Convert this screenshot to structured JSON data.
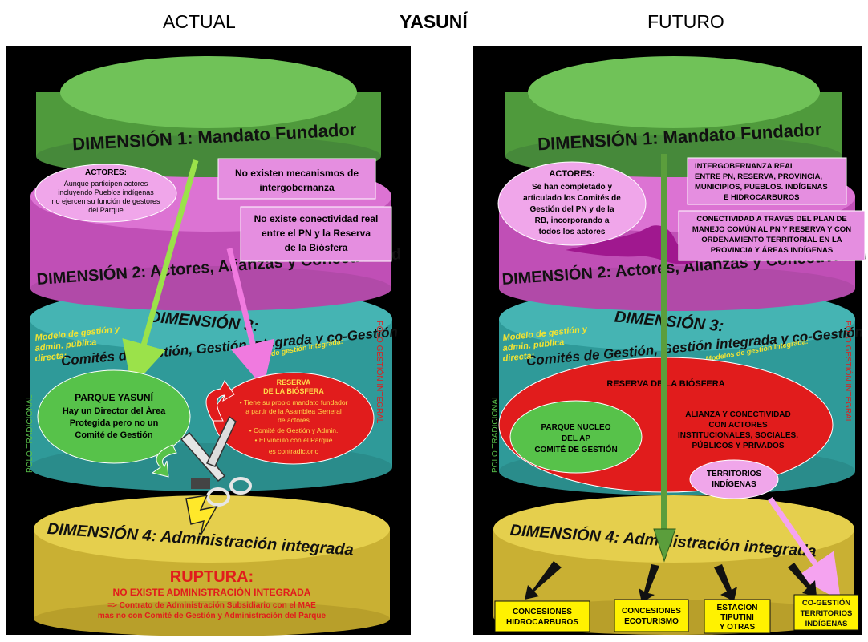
{
  "header": {
    "left": "ACTUAL",
    "center": "YASUNÍ",
    "right": "FUTURO"
  },
  "dims": {
    "d1": "DIMENSIÓN 1: Mandato Fundador",
    "d2": "DIMENSIÓN 2: Actores, Alianzas y Conectividad",
    "d3a": "DIMENSIÓN 3:",
    "d3b": "Comités de Gestión, Gestión integrada y co-Gestión",
    "d4": "DIMENSIÓN 4: Administración integrada"
  },
  "side": {
    "left": "POLO TRADICIONAL",
    "right": "POLO GESTIÓN INTEGRAL"
  },
  "models": {
    "trad": [
      "Modelo de gestión y",
      "admin. pública",
      "directa:"
    ],
    "integ": "Modelos de gestión integrada:"
  },
  "actual": {
    "actores_title": "ACTORES:",
    "actores": [
      "Aunque participen actores",
      "incluyendo Pueblos indígenas",
      "no ejercen su función de gestores",
      "del Parque"
    ],
    "box1": [
      "No existen mecanismos de",
      "intergobernanza"
    ],
    "box2": [
      "No existe conectividad real",
      "entre el PN y la Reserva",
      "de la Biósfera"
    ],
    "parque": [
      "PARQUE YASUNÍ",
      "Hay un Director del Área",
      "Protegida pero no un",
      "Comité de Gestión"
    ],
    "reserva_title": [
      "RESERVA",
      "DE LA BIÓSFERA"
    ],
    "reserva": [
      "• Tiene su propio mandato fundador",
      "a partir de la Asamblea General",
      "de actores",
      "• Comité de Gestión y Admin.",
      "• El vínculo con el Parque",
      "es contradictorio"
    ],
    "ruptura": "RUPTURA:",
    "ruptura_lines": [
      "NO EXISTE ADMINISTRACIÓN INTEGRADA",
      "=> Contrato de Administración Subsidiario con el MAE",
      "mas no con Comité de Gestión y Administración del Parque"
    ]
  },
  "futuro": {
    "actores_title": "ACTORES:",
    "actores": [
      "Se han completado y",
      "articulado los Comités de",
      "Gestión del PN y de la",
      "RB, incorporando a",
      "todos los actores"
    ],
    "box1": [
      "INTERGOBERNANZA REAL",
      "ENTRE PN, RESERVA, PROVINCIA,",
      "MUNICIPIOS, PUEBLOS. INDÍGENAS",
      "E  HIDROCARBUROS"
    ],
    "box2": [
      "CONECTIVIDAD A TRAVES DEL PLAN DE",
      "MANEJO COMÚN AL PN Y RESERVA Y CON",
      "ORDENAMIENTO TERRITORIAL EN LA",
      "PROVINCIA Y ÁREAS INDÍGENAS"
    ],
    "reserva_title": "RESERVA DE LA BIÓSFERA",
    "parque": [
      "PARQUE NUCLEO",
      "DEL AP",
      "COMITÉ DE GESTIÓN"
    ],
    "alianza": [
      "ALIANZA Y CONECTIVIDAD",
      "CON ACTORES",
      "INSTITUCIONALES, SOCIALES,",
      "PÚBLICOS Y PRIVADOS"
    ],
    "territorios": [
      "TERRITORIOS",
      "INDÍGENAS"
    ],
    "boxes": [
      [
        "CONCESIONES",
        "HIDROCARBUROS"
      ],
      [
        "CONCESIONES",
        "ECOTURISMO"
      ],
      [
        "ESTACION",
        "TIPUTINI",
        "Y OTRAS"
      ],
      [
        "CO-GESTIÓN",
        "TERRITORIOS",
        "INDÍGENAS"
      ]
    ]
  },
  "colors": {
    "green": "#5fae49",
    "magenta": "#cf5cc4",
    "teal": "#3da9a8",
    "yellow": "#d9c23c",
    "red": "#e11c1c",
    "pinkbox": "#e58ee0",
    "bg": "#000000"
  }
}
